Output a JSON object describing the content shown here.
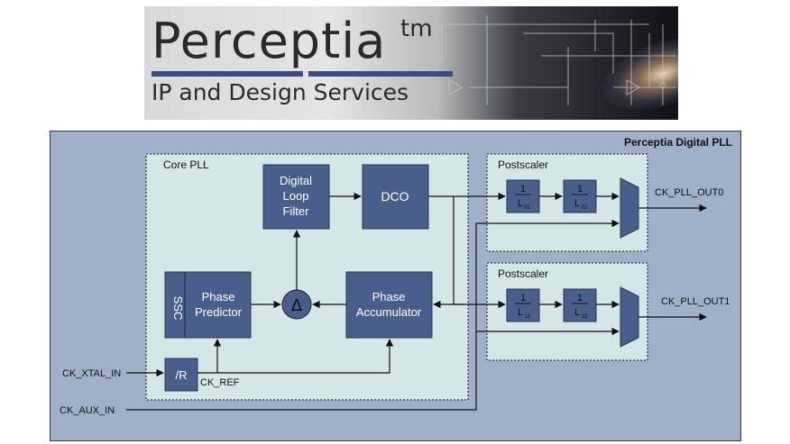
{
  "banner": {
    "title": "Perceptia",
    "trademark": "tm",
    "subtitle": "IP and Design Services"
  },
  "diagram": {
    "frame_title": "Perceptia Digital PLL",
    "core_pll_label": "Core PLL",
    "postscaler_0_label": "Postscaler",
    "postscaler_1_label": "Postscaler",
    "blocks": {
      "loop_filter": [
        "Digital",
        "Loop",
        "Filter"
      ],
      "dco": "DCO",
      "ssc": "SSC",
      "phase_predictor": [
        "Phase",
        "Predictor"
      ],
      "delta": "Δ",
      "phase_accumulator": [
        "Phase",
        "Accumulator"
      ],
      "divider_r": "/R"
    },
    "dividers": {
      "l01": {
        "num": "1",
        "den": "L",
        "sub": "01"
      },
      "l02": {
        "num": "1",
        "den": "L",
        "sub": "02"
      },
      "l11": {
        "num": "1",
        "den": "L",
        "sub": "11"
      },
      "l12": {
        "num": "1",
        "den": "L",
        "sub": "12"
      }
    },
    "signals": {
      "ck_xtal_in": "CK_XTAL_IN",
      "ck_ref": "CK_REF",
      "ck_aux_in": "CK_AUX_IN",
      "ck_pll_out0": "CK_PLL_OUT0",
      "ck_pll_out1": "CK_PLL_OUT1"
    },
    "colors": {
      "frame_bg": "#a0b0c8",
      "section_bg": "#d4e6e6",
      "block_fill": "#4a5e8c",
      "block_stroke": "#2a3454"
    }
  }
}
